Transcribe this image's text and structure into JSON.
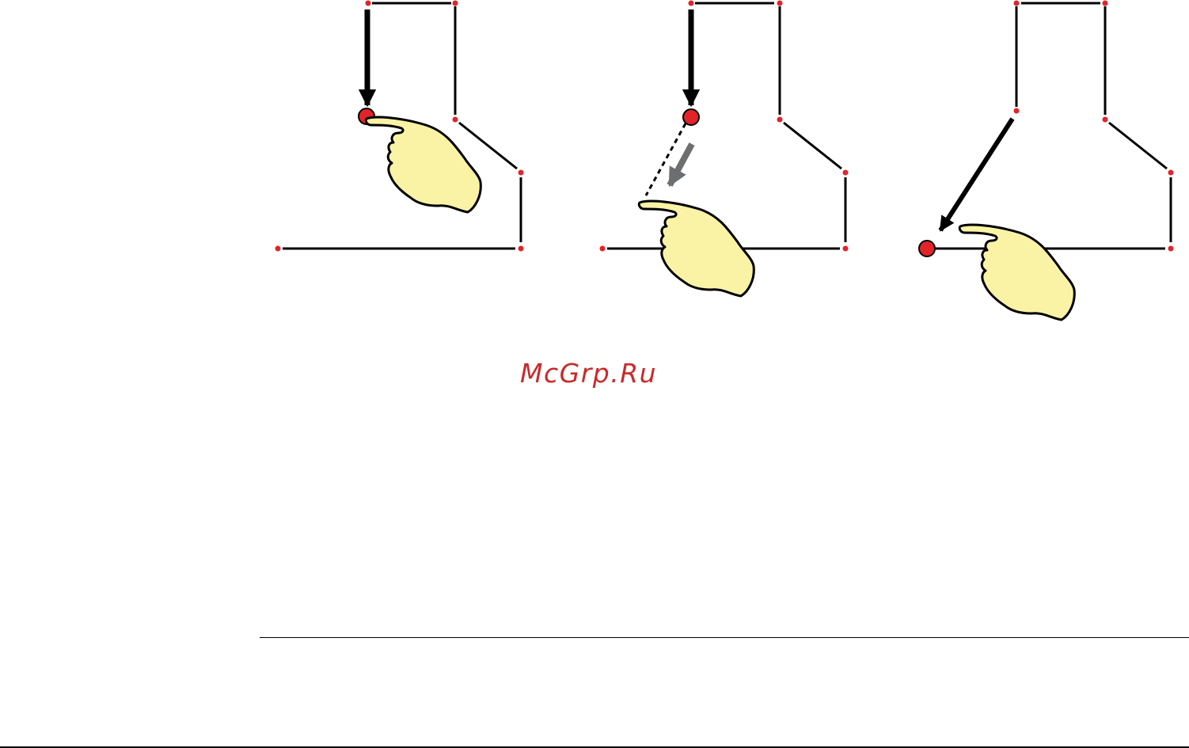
{
  "watermark": {
    "text": "McGrp.Ru",
    "color": "#c92a2a"
  },
  "colors": {
    "line": "#000000",
    "vertex": "#e3232a",
    "hand_fill": "#faf3a6",
    "hand_stroke": "#000000",
    "hint_arrow": "#6d6e70"
  },
  "panels": [
    {
      "step": 1,
      "icons": [
        "black-arrow-down",
        "red-vertex-marker",
        "pointing-hand"
      ]
    },
    {
      "step": 2,
      "icons": [
        "black-arrow-down",
        "red-vertex-marker",
        "dashed-drag-line",
        "gray-drag-arrow",
        "pointing-hand"
      ]
    },
    {
      "step": 3,
      "icons": [
        "black-arrow-diagonal",
        "red-vertex-marker",
        "pointing-hand"
      ]
    }
  ]
}
